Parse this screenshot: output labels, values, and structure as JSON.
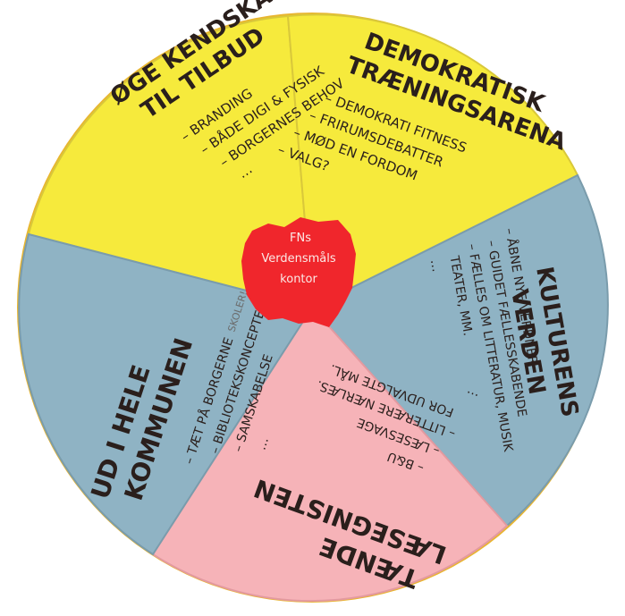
{
  "colors": {
    "yellow": "#f6ea3c",
    "blue": "#8fb3c4",
    "pink": "#f6b3b8",
    "center_red": "#f0262c",
    "rim": "#e9b52f",
    "ink": "#2a1f1c"
  },
  "center": {
    "line1": "FNs",
    "line2": "Verdensmåls",
    "line3": "kontor"
  },
  "segments": {
    "top_left": {
      "title_line1": "ØGE KENDSKAB",
      "title_line2": "TIL TILBUD",
      "items": [
        "– BRANDING",
        "– BÅDE DIGI & FYSISK",
        "– BORGERNES BEHOV",
        "…"
      ]
    },
    "top_right": {
      "title_line1": "DEMOKRATISK",
      "title_line2": "TRÆNINGSARENA",
      "items": [
        "– DEMOKRATI FITNESS",
        "– FRIRUMSDEBATTER",
        "– MØD EN FORDOM",
        "– VALG?"
      ]
    },
    "right": {
      "title_line1": "KULTURENS",
      "title_line2": "VERDEN",
      "items": [
        "– ÅBNE NYE VERDNER",
        "– GUIDET FÆLLESSKABENDE",
        "– FÆLLES OM LITTERATUR, MUSIK",
        "TEATER, MM.",
        "…"
      ]
    },
    "bottom": {
      "title_line1": "TÆNDE",
      "title_line2": "LÆSEGNISTEN",
      "items": [
        "– B&U",
        "– LÆSESVAGE",
        "– LITTERÆRE NÆRLÆS.",
        "FOR UDVALGTE MÅL.",
        "…"
      ]
    },
    "left": {
      "title_line1": "UD I HELE",
      "title_line2": "KOMMUNEN",
      "items": [
        "– TÆT PÅ BORGERNE",
        "– BIBLIOTEKSKONCEPTER",
        "– SAMSKABELSE",
        "…"
      ],
      "note": "SKOLER!"
    }
  }
}
